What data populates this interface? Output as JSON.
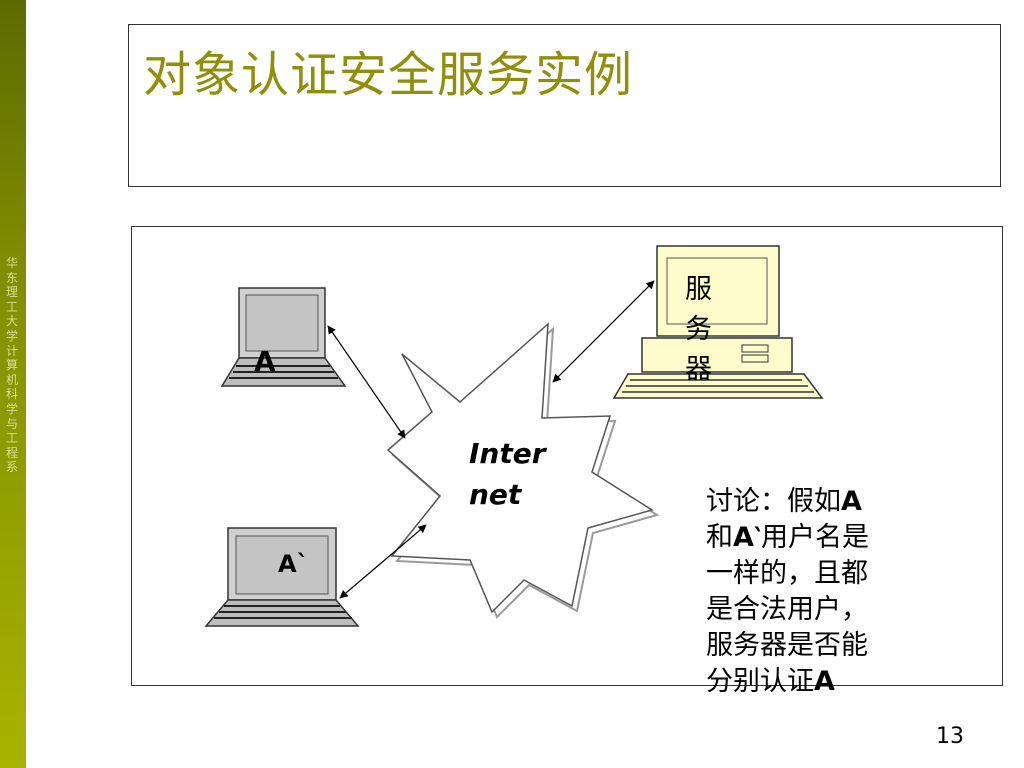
{
  "sidebar": {
    "text": "华东理工大学计算机科学与工程系"
  },
  "slide": {
    "title": "对象认证安全服务实例",
    "page_number": "13"
  },
  "diagram": {
    "laptop_a_label": "A",
    "laptop_a2_label": "A`",
    "internet_label": "Inter net",
    "server_label": "服务器"
  },
  "discussion": {
    "part1": "讨论：假如",
    "a1": "A",
    "mid1": "和",
    "a2": "A‵",
    "part2": "用户名是一样的，且都是合法用户，服务器是否能分别认证",
    "a3": "A"
  }
}
